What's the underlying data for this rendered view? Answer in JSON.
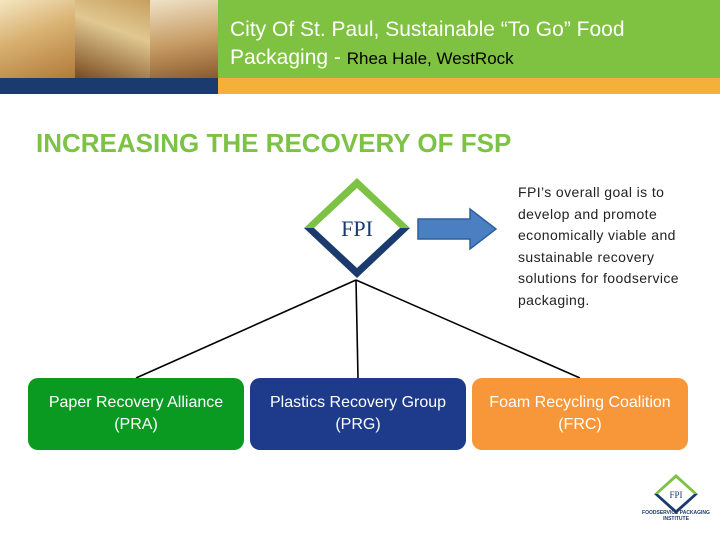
{
  "header": {
    "title_main": "City Of St. Paul,  Sustainable “To Go” Food Packaging - ",
    "title_sub": "Rhea Hale, WestRock"
  },
  "slide": {
    "title": "INCREASING THE RECOVERY OF FSP",
    "logo_text": "FPI",
    "goal_text": "FPI’s overall goal is to develop and promote economically viable and sustainable recovery solutions for foodservice packaging."
  },
  "groups": [
    {
      "line1": "Paper Recovery Alliance",
      "line2": "(PRA)"
    },
    {
      "line1": "Plastics Recovery Group",
      "line2": "(PRG)"
    },
    {
      "line1": "Foam Recycling Coalition",
      "line2": "(FRC)"
    }
  ],
  "footer": {
    "logo_text": "FPI",
    "caption": "FOODSERVICE PACKAGING INSTITUTE"
  },
  "colors": {
    "header_green": "#7fc241",
    "title_green": "#7cc245",
    "navy": "#1b3a6e",
    "pra_green": "#0a9a22",
    "prg_blue": "#1e3a8a",
    "frc_orange": "#f7973a",
    "arrow_blue": "#4a7fc1"
  }
}
